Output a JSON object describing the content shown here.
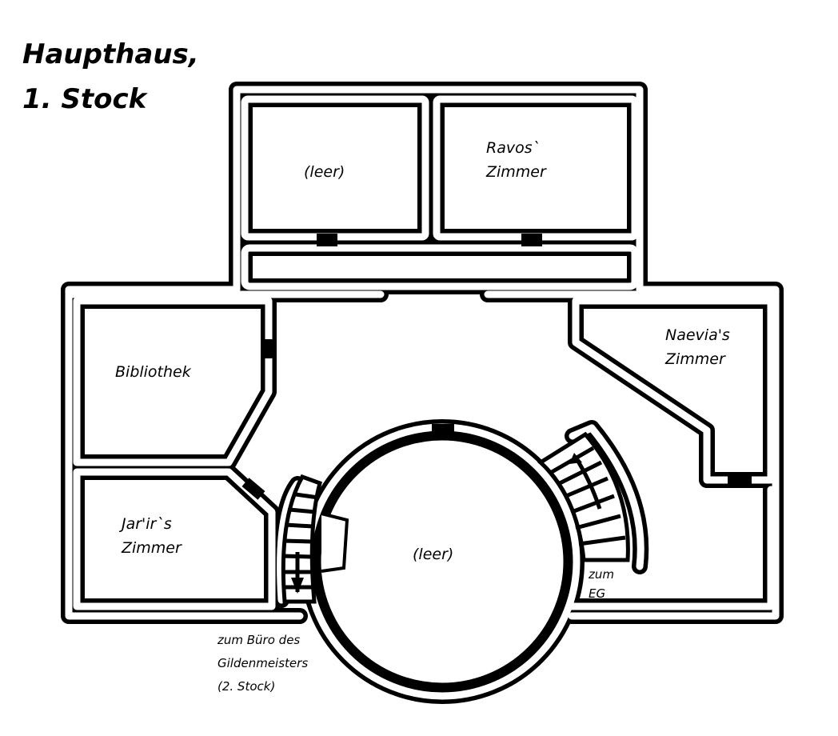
{
  "title": {
    "line1": "Haupthaus,",
    "line2": "1. Stock"
  },
  "rooms": {
    "empty_top": "(leer)",
    "ravos": {
      "line1": "Ravos`",
      "line2": "Zimmer"
    },
    "library": "Bibliothek",
    "naevia": {
      "line1": "Naevia's",
      "line2": "Zimmer"
    },
    "jarir": {
      "line1": "Jar'ir`s",
      "line2": "Zimmer"
    },
    "round_room": "(leer)"
  },
  "stairs": {
    "up": {
      "line1": "zum Büro des",
      "line2": "Gildenmeisters",
      "line3": "(2. Stock)"
    },
    "down": {
      "line1": "zum",
      "line2": "EG"
    }
  }
}
